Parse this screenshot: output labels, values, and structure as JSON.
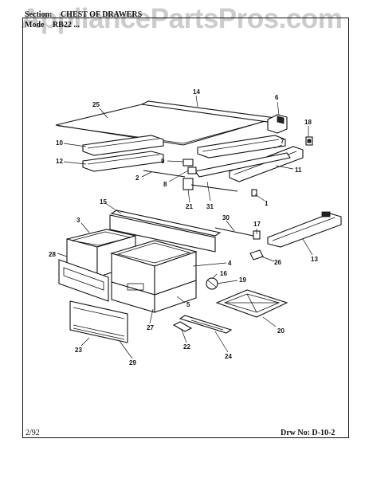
{
  "header": {
    "section_label": "Section:",
    "section_title": "CHEST OF DRAWERS",
    "model_label": "Mode",
    "model_value": "RB22 ..."
  },
  "watermark": "AppliancePartsPros.com",
  "footer": {
    "date": "2/92",
    "drawing_number": "Drw No: D-10-2"
  },
  "callouts": {
    "c25a": "25",
    "c14": "14",
    "c6": "6",
    "c18": "18",
    "c10": "10",
    "c7": "7",
    "c12": "12",
    "c9": "9",
    "c8": "8",
    "c2": "2",
    "c11": "11",
    "c21": "21",
    "c31": "31",
    "c1": "1",
    "c15": "15",
    "c30": "30",
    "c3": "3",
    "c17": "17",
    "c28": "28",
    "c4": "4",
    "c13": "13",
    "c26": "26",
    "c16": "16",
    "c19": "19",
    "c5": "5",
    "c27": "27",
    "c20": "20",
    "c23": "23",
    "c22": "22",
    "c29": "29",
    "c24": "24"
  }
}
